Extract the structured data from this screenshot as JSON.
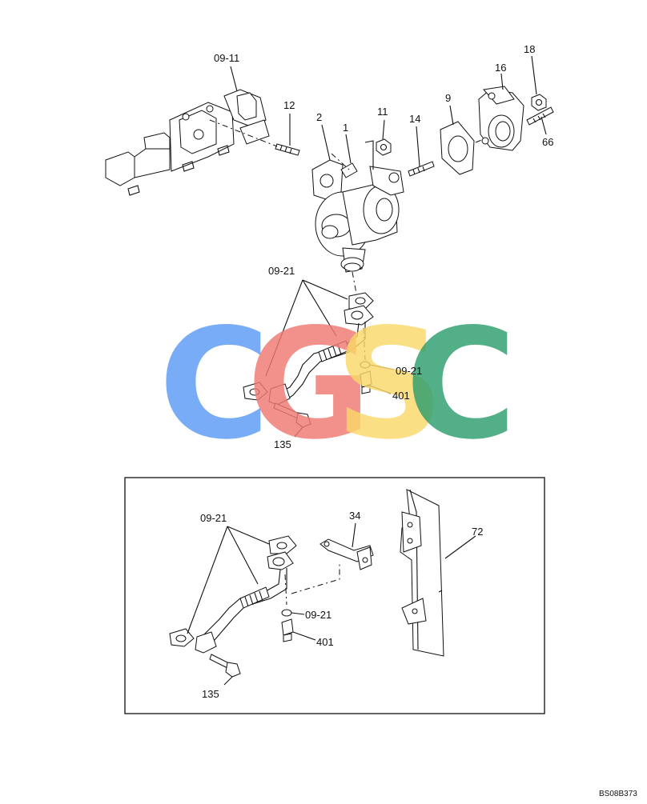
{
  "colors": {
    "line": "#111111",
    "logo_c1": "#5c9bf5",
    "logo_g": "#f07a72",
    "logo_s": "#fbd86a",
    "logo_c2": "#2e9e6e"
  },
  "watermark": {
    "letters": [
      "C",
      "G",
      "S",
      "C"
    ]
  },
  "labels": {
    "l_09_11": "09-11",
    "l_12": "12",
    "l_2": "2",
    "l_1": "1",
    "l_11": "11",
    "l_14": "14",
    "l_9": "9",
    "l_16": "16",
    "l_18": "18",
    "l_66": "66",
    "l_09_21_top": "09-21",
    "l_09_21_top_washer": "09-21",
    "l_401_top": "401",
    "l_135_top": "135",
    "l_09_21_inset": "09-21",
    "l_34": "34",
    "l_72": "72",
    "l_09_21_inset_washer": "09-21",
    "l_401_inset": "401",
    "l_135_inset": "135"
  },
  "figure_code": "BS08B373"
}
